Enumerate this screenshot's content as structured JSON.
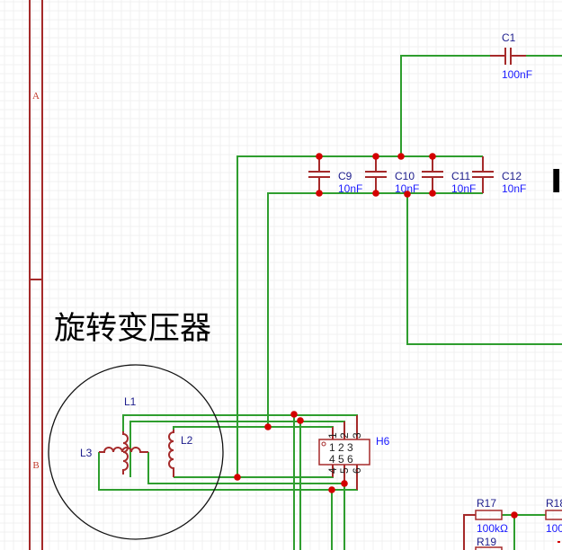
{
  "frame": {
    "row_labels": [
      "A",
      "B"
    ],
    "border_color": "#a52a2a"
  },
  "title": "旋转变压器",
  "edge_glyph": "I",
  "colors": {
    "wire": "#2f9e2f",
    "component": "#a52a2a",
    "junction": "#d40000",
    "designator": "#1c1c8c",
    "value": "#1a1aff"
  },
  "capacitors": [
    {
      "ref": "C1",
      "value": "100nF"
    },
    {
      "ref": "C9",
      "value": "10nF"
    },
    {
      "ref": "C10",
      "value": "10nF"
    },
    {
      "ref": "C11",
      "value": "10nF"
    },
    {
      "ref": "C12",
      "value": "10nF"
    }
  ],
  "inductors": [
    {
      "ref": "L1"
    },
    {
      "ref": "L2"
    },
    {
      "ref": "L3"
    }
  ],
  "connector": {
    "ref": "H6",
    "pins_top": [
      "1",
      "2",
      "3"
    ],
    "pins_bottom": [
      "4",
      "5",
      "6"
    ],
    "body_rows": [
      "1 2 3",
      "4 5 6"
    ]
  },
  "resistors": [
    {
      "ref": "R17",
      "value": "100kΩ"
    },
    {
      "ref": "R18",
      "value": "100"
    },
    {
      "ref": "R19"
    }
  ]
}
